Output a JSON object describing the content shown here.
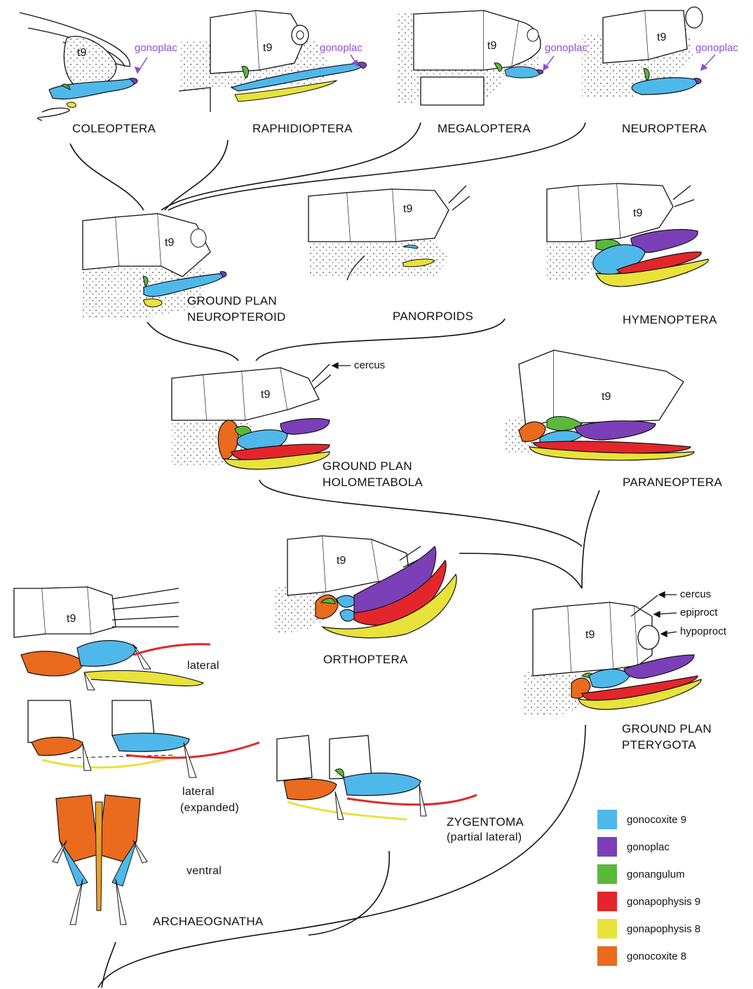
{
  "taxa": {
    "coleoptera": "COLEOPTERA",
    "raphidioptera": "RAPHIDIOPTERA",
    "megaloptera": "MEGALOPTERA",
    "neuroptera": "NEUROPTERA",
    "gp_neuropteroid_1": "GROUND PLAN",
    "gp_neuropteroid_2": "NEUROPTEROID",
    "panorpoids": "PANORPOIDS",
    "hymenoptera": "HYMENOPTERA",
    "gp_holometabola_1": "GROUND PLAN",
    "gp_holometabola_2": "HOLOMETABOLA",
    "paraneoptera": "PARANEOPTERA",
    "orthoptera": "ORTHOPTERA",
    "gp_pterygota_1": "GROUND PLAN",
    "gp_pterygota_2": "PTERYGOTA",
    "zygentoma": "ZYGENTOMA",
    "zygentoma_sub": "(partial lateral)",
    "archaeognatha": "ARCHAEOGNATHA"
  },
  "view_labels": {
    "lateral": "lateral",
    "lateral_expanded_1": "lateral",
    "lateral_expanded_2": "(expanded)",
    "ventral": "ventral"
  },
  "tergite_label": "t9",
  "gonoplac_labels": [
    "gonoplac",
    "gonoplac",
    "gonoplac",
    "gonoplac"
  ],
  "annotations": {
    "cercus_holo": "cercus",
    "cercus_ptery": "cercus",
    "epiproct": "epiproct",
    "hypoproct": "hypoproct"
  },
  "legend": [
    {
      "label": "gonocoxite 9",
      "color": "#4fb8ea"
    },
    {
      "label": "gonoplac",
      "color": "#7b3fb8"
    },
    {
      "label": "gonangulum",
      "color": "#5bb83a"
    },
    {
      "label": "gonapophysis 9",
      "color": "#e3262b"
    },
    {
      "label": "gonapophysis 8",
      "color": "#e8e23a"
    },
    {
      "label": "gonocoxite 8",
      "color": "#ea6a1e"
    }
  ],
  "colors": {
    "gonocoxite9": "#4fb8ea",
    "gonoplac": "#7b3fb8",
    "gonangulum": "#5bb83a",
    "gonapophysis9": "#e3262b",
    "gonapophysis8": "#e8e23a",
    "gonocoxite8": "#ea6a1e",
    "gonoplac_text": "#8a4fd6"
  }
}
